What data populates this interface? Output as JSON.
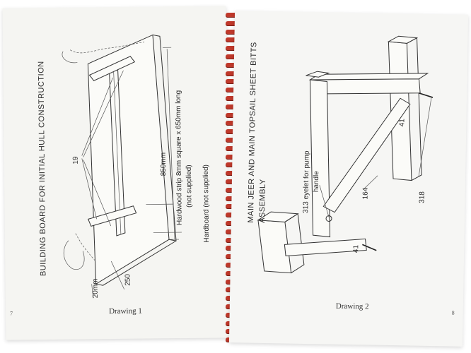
{
  "left_page": {
    "title": "BUILDING BOARD FOR INITIAL HULL CONSTRUCTION",
    "label_part": "19",
    "label_length": "850mm",
    "label_strip_line1": "Hardwood strip 8mm square x 650mm long",
    "label_strip_line2": "(not supplied)",
    "label_board": "Hardboard   (not supplied)",
    "label_250": "250",
    "label_20": "20mm",
    "caption": "Drawing 1",
    "page_number": "7"
  },
  "right_page": {
    "title_line1": "MAIN JEER AND MAIN TOPSAIL SHEET BITTS",
    "title_line2": "ASSEMBLY",
    "label_eyelet_line1": "313  eyelet for pump",
    "label_eyelet_line2": "handle",
    "label_164": "164",
    "label_318": "318",
    "label_41_top": "41",
    "label_41_bottom": "41",
    "caption": "Drawing 2",
    "page_number": "8"
  }
}
